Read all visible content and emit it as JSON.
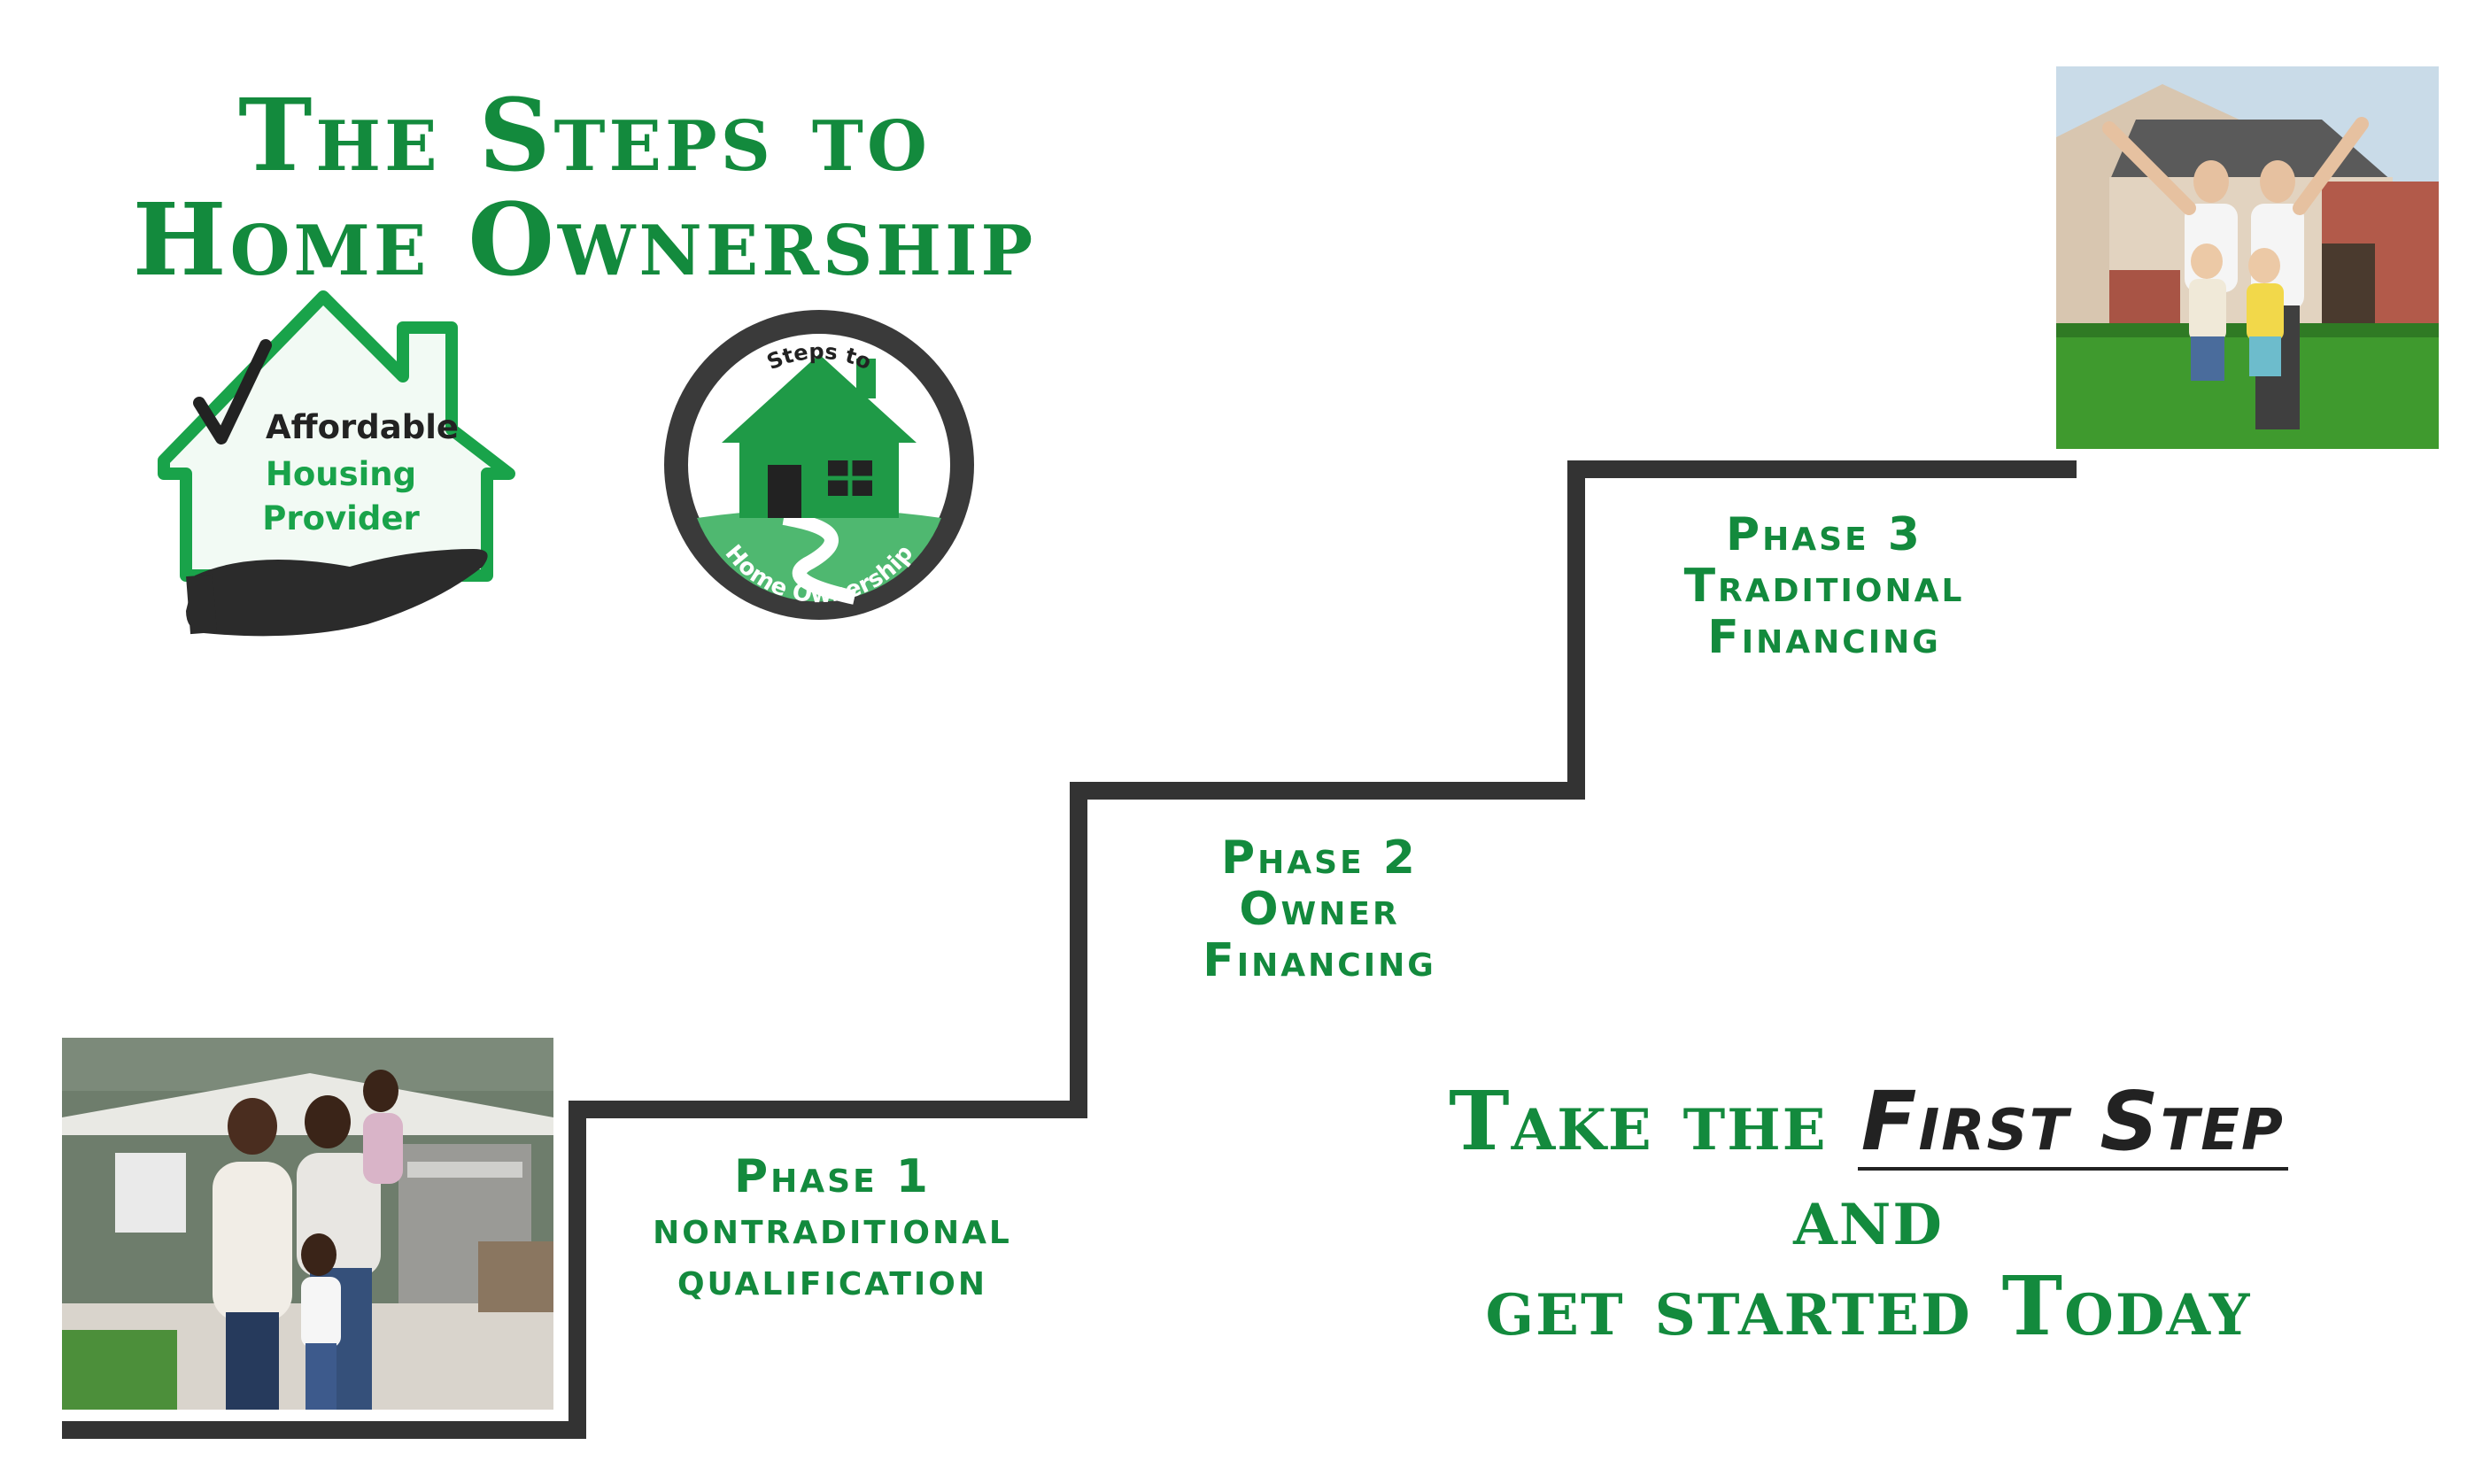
{
  "title": {
    "line1": "The Steps to",
    "line2": "Home Ownership"
  },
  "badge_affordable": {
    "line1": "Affordable",
    "line2": "Housing",
    "line3": "Provider"
  },
  "badge_steps": {
    "top_text": "Steps to",
    "bottom_text": "Home Ownership"
  },
  "phases": [
    {
      "title": "Phase 1",
      "line1": "nontraditional",
      "line2": "qualification"
    },
    {
      "title": "Phase 2",
      "line1": "Owner",
      "line2": "Financing"
    },
    {
      "title": "Phase 3",
      "line1": "Traditional",
      "line2": "Financing"
    }
  ],
  "cta": {
    "prefix": "Take the",
    "emphasis": "First Step",
    "line2": "and",
    "line3": "get started Today"
  },
  "colors": {
    "brand_green": "#138a3d",
    "stair_line": "#333333"
  }
}
